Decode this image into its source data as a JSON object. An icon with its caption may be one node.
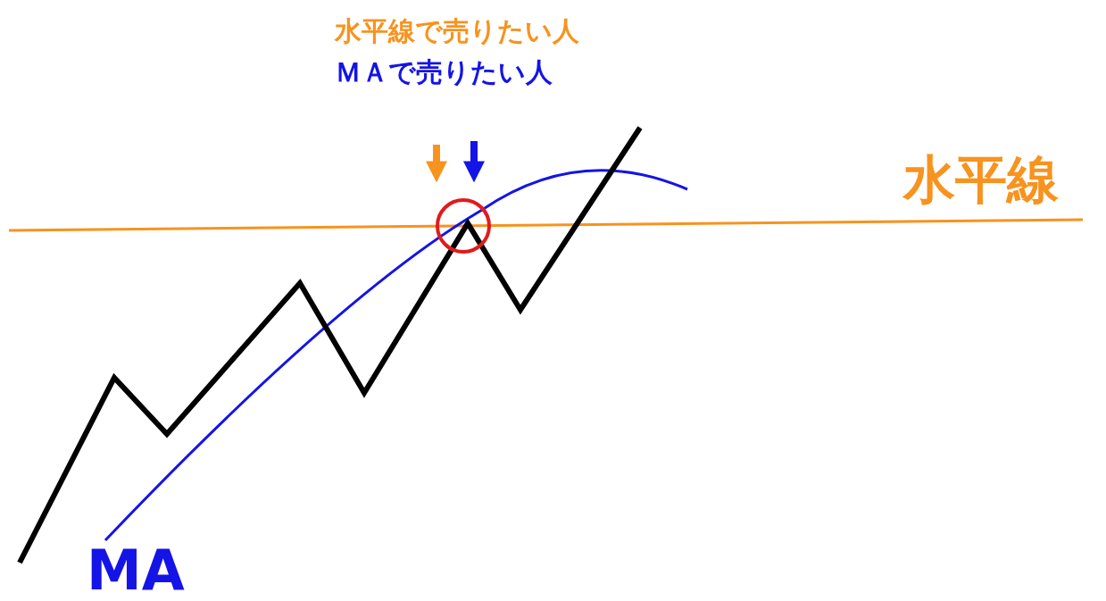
{
  "diagram": {
    "labels": [
      "水平線で売りたい人",
      "ＭＡで売りたい人",
      "水平線",
      "MA"
    ]
  }
}
